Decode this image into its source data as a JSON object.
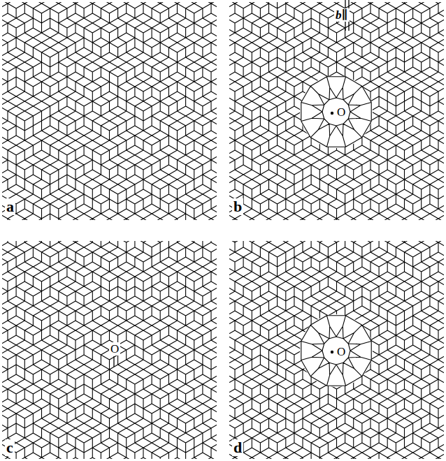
{
  "diagram": {
    "labels": [
      "a",
      "b",
      "c",
      "d",
      "O",
      "O",
      "O",
      "b∥"
    ]
  }
}
